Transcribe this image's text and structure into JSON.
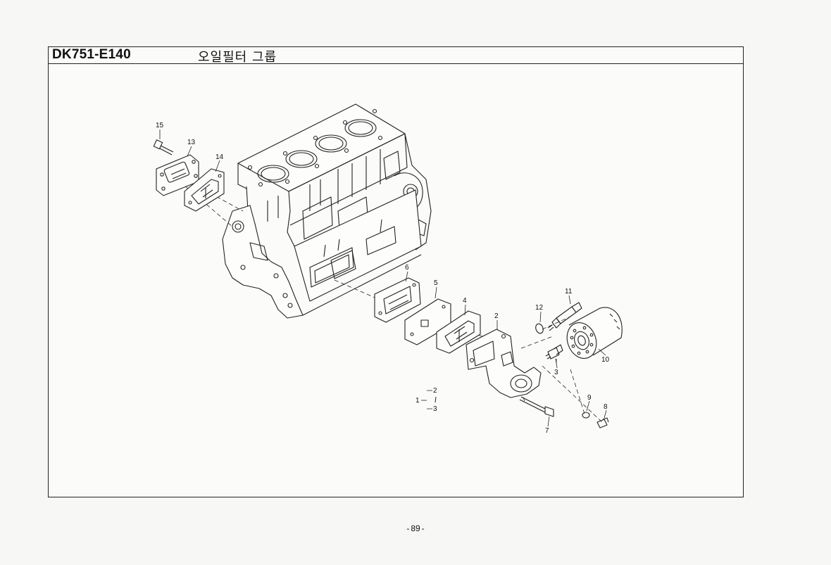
{
  "header": {
    "code": "DK751-E140",
    "title": "오일필터 그룹"
  },
  "callouts": {
    "p15": "15",
    "p13": "13",
    "p14": "14",
    "p6": "6",
    "p5": "5",
    "p4": "4",
    "p2": "2",
    "p12": "12",
    "p11": "11",
    "p10": "10",
    "p3": "3",
    "p9": "9",
    "p8": "8",
    "p7": "7"
  },
  "legend": {
    "parent": "1",
    "child_a": "2",
    "child_b": "3"
  },
  "footer": {
    "page_number": "89"
  }
}
